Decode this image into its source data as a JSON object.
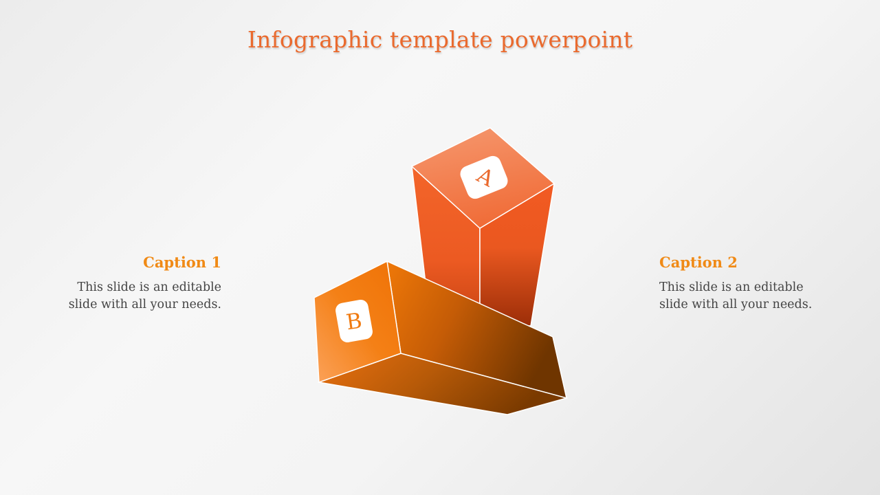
{
  "title": "Infographic template powerpoint",
  "colors": {
    "title": "#ea6a2e",
    "caption_heading": "#f08a16",
    "box_a": "#f05a22",
    "box_b": "#f07a10",
    "body_text": "#444444"
  },
  "boxes": {
    "a": {
      "label": "A"
    },
    "b": {
      "label": "B"
    }
  },
  "captions": [
    {
      "heading": "Caption 1",
      "lines": [
        "This slide is an editable",
        "slide with all your needs."
      ]
    },
    {
      "heading": "Caption 2",
      "lines": [
        "This slide is an editable",
        "slide with all your needs."
      ]
    }
  ]
}
